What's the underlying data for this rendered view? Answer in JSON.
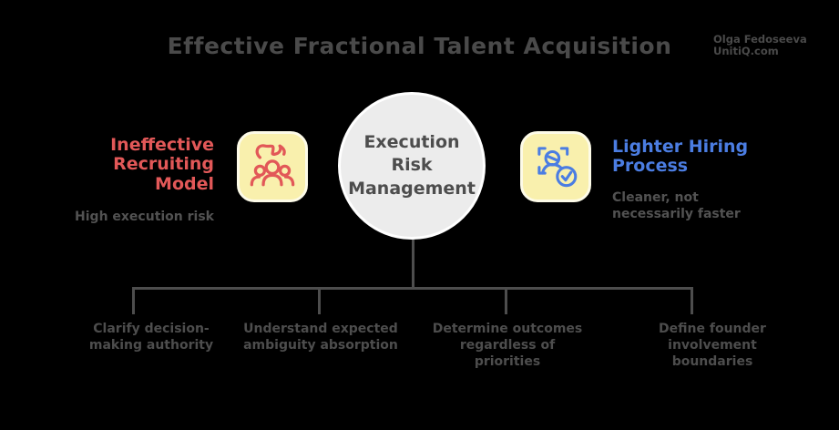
{
  "title": "Effective Fractional Talent Acquisition",
  "attribution": "Olga Fedoseeva\nUnitiQ.com",
  "center_node": {
    "label": "Execution\nRisk\nManagement"
  },
  "left_node": {
    "heading": "Ineffective\nRecruiting\nModel",
    "subtext": "High execution risk",
    "icon": "team-with-hand-icon"
  },
  "right_node": {
    "heading": "Lighter Hiring\nProcess",
    "subtext": "Cleaner, not\nnecessarily faster",
    "icon": "person-scan-check-icon"
  },
  "branches": [
    {
      "label": "Clarify decision-\nmaking authority"
    },
    {
      "label": "Understand expected\nambiguity absorption"
    },
    {
      "label": "Determine outcomes\nregardless of\npriorities"
    },
    {
      "label": "Define founder\ninvolvement\nboundaries"
    }
  ],
  "colors": {
    "background": "#000000",
    "title_text": "#4a4a4a",
    "muted_text": "#525252",
    "branch_text": "#4d4d4d",
    "tree_line": "#4d4d4d",
    "red_accent": "#e25858",
    "blue_accent": "#4b7de2",
    "icon_box_fill": "#f9f0ad",
    "icon_box_border": "#fdfbe8",
    "circle_fill": "#ececec",
    "circle_border": "#ffffff"
  }
}
